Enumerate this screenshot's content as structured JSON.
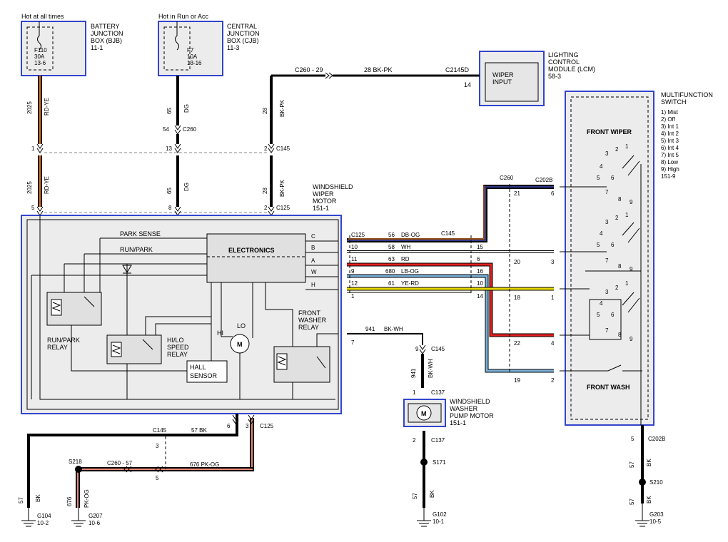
{
  "power": {
    "hot_all": "Hot at all times",
    "hot_run": "Hot in Run or Acc"
  },
  "bjb": {
    "fuse": "F110",
    "amps": "30A",
    "ref": "13-6",
    "title1": "BATTERY",
    "title2": "JUNCTION",
    "title3": "BOX (BJB)",
    "page": "11-1"
  },
  "cjb": {
    "fuse": "F7",
    "amps": "10A",
    "ref": "13-16",
    "title1": "CENTRAL",
    "title2": "JUNCTION",
    "title3": "BOX (CJB)",
    "page": "11-3"
  },
  "lcm": {
    "title1": "LIGHTING",
    "title2": "CONTROL",
    "title3": "MODULE (LCM)",
    "page": "58-3",
    "inner1": "WIPER",
    "inner2": "INPUT",
    "pin": "14",
    "conn": "C2145D"
  },
  "wire_labels": {
    "c260_29": "C260 - 29",
    "bkpk_top": "28  BK-PK",
    "w2025a": "2025",
    "rdye_a": "RD-YE",
    "w65a": "65",
    "dg_a": "DG",
    "w28a": "28",
    "bkpk_a": "BK-PK",
    "c260": "C260",
    "pin54": "54",
    "c145": "C145",
    "pin1": "1",
    "pin13": "13",
    "pin2": "2",
    "w2025b": "2025",
    "rdye_b": "RD-YE",
    "w65b": "65",
    "dg_b": "DG",
    "w28b": "28",
    "bkpk_b": "BK-PK",
    "pin5": "5",
    "pin8": "8",
    "pin2b": "2",
    "c125": "C125"
  },
  "motor": {
    "title1": "WINDSHIELD",
    "title2": "WIPER",
    "title3": "MOTOR",
    "page": "151-1",
    "park_sense": "PARK SENSE",
    "run_park": "RUN/PARK",
    "electronics": "ELECTRONICS",
    "pins": [
      "C",
      "B",
      "A",
      "W",
      "H"
    ],
    "hi": "HI",
    "lo": "LO",
    "m": "M",
    "hall1": "HALL",
    "hall2": "SENSOR",
    "rp_relay1": "RUN/PARK",
    "rp_relay2": "RELAY",
    "hilo1": "HI/LO",
    "hilo2": "SPEED",
    "hilo3": "RELAY",
    "fw1": "FRONT",
    "fw2": "WASHER",
    "fw3": "RELAY"
  },
  "harness": {
    "c125": "C125",
    "c145": "C145",
    "rows": [
      {
        "pin": "",
        "circuit": "56",
        "color": "DB-OG",
        "c145": ""
      },
      {
        "pin": "10",
        "circuit": "58",
        "color": "WH",
        "c145": "15"
      },
      {
        "pin": "11",
        "circuit": "63",
        "color": "RD",
        "c145": "6"
      },
      {
        "pin": "9",
        "circuit": "680",
        "color": "LB-OG",
        "c145": "16"
      },
      {
        "pin": "12",
        "circuit": "61",
        "color": "YE-RD",
        "c145": "10"
      }
    ],
    "pin_1": "1",
    "c145_14": "14",
    "washer_pin": "7",
    "washer_circuit": "941",
    "washer_color": "BK-WH"
  },
  "mf_conn": {
    "c260": "C260",
    "c202b": "C202B",
    "p21": "21",
    "p6": "6",
    "p20": "20",
    "p3": "3",
    "p18": "18",
    "p1": "1",
    "p22": "22",
    "p4": "4",
    "p19": "19",
    "p2": "2"
  },
  "mfs": {
    "title1": "MULTIFUNCTION",
    "title2": "SWITCH",
    "modes": [
      "1) Mist",
      "2) Off",
      "3) Int 1",
      "4) Int 2",
      "5) Int 3",
      "6) Int 4",
      "7) Int 5",
      "8) Low",
      "9) High"
    ],
    "page": "151-9",
    "front_wiper": "FRONT WIPER",
    "front_wash": "FRONT WASH",
    "nums": [
      "1",
      "2",
      "3",
      "4",
      "5",
      "6",
      "7",
      "8",
      "9"
    ]
  },
  "pump": {
    "c145": "C145",
    "pin9": "9",
    "w941": "941",
    "bkwh": "BK-WH",
    "pin1": "1",
    "c137a": "C137",
    "title1": "WINDSHIELD",
    "title2": "WASHER",
    "title3": "PUMP MOTOR",
    "page": "151-1",
    "m": "M",
    "pin2": "2",
    "c137b": "C137",
    "s171": "S171",
    "w57": "57",
    "bk": "BK",
    "g102": "G102",
    "gpage": "10-1"
  },
  "bottom_left": {
    "pin6": "6",
    "pin3": "3",
    "c125": "C125",
    "c145": "C145",
    "w57bk": "57  BK",
    "p3": "3",
    "p5": "5",
    "s218": "S218",
    "c260_57": "C260 - 57",
    "w676": "676   PK-OG",
    "w57": "57",
    "bk": "BK",
    "g104": "G104",
    "g104p": "10-2",
    "w676b": "676",
    "pkog": "PK-OG",
    "g207": "G207",
    "g207p": "10-6"
  },
  "bottom_right": {
    "pin5": "5",
    "c202b": "C202B",
    "w57": "57",
    "bk": "BK",
    "s210": "S210",
    "w57b": "57",
    "bk2": "BK",
    "g203": "G203",
    "gpage": "10-5"
  },
  "colors": {
    "rdye": "#e8731a",
    "pkog": "#e88a7a",
    "rd": "#e02020",
    "ye": "#e8d800",
    "db": "#303a8a",
    "og": "#e8731a",
    "lb": "#7ab0d8",
    "blue": "#3344cc"
  }
}
